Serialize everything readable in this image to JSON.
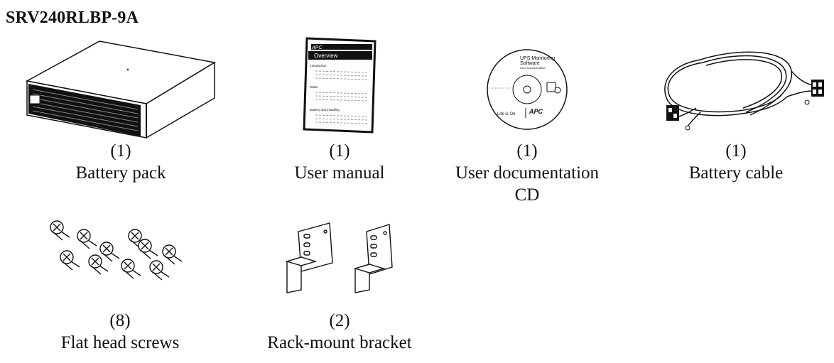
{
  "title": "SRV240RLBP-9A",
  "items": [
    {
      "qty": "(1)",
      "label": "Battery pack",
      "icon": "battery-pack-icon"
    },
    {
      "qty": "(1)",
      "label": "User manual",
      "icon": "user-manual-icon",
      "art": {
        "brand": "APC",
        "heading": "Overview",
        "sections": [
          "Introduction",
          "Tasks",
          "Battery and installing"
        ]
      }
    },
    {
      "qty": "(1)",
      "label": "User documentation",
      "label2": "CD",
      "icon": "cd-icon",
      "art": {
        "line1": "UPS Monitoring",
        "line2": "Software",
        "line3": "User Documentation",
        "slogan": "Life is On",
        "brand": "APC"
      }
    },
    {
      "qty": "(1)",
      "label": "Battery cable",
      "icon": "battery-cable-icon"
    },
    {
      "qty": "(8)",
      "label": "Flat head screws",
      "icon": "screws-icon"
    },
    {
      "qty": "(2)",
      "label": "Rack-mount bracket",
      "icon": "bracket-icon"
    }
  ]
}
